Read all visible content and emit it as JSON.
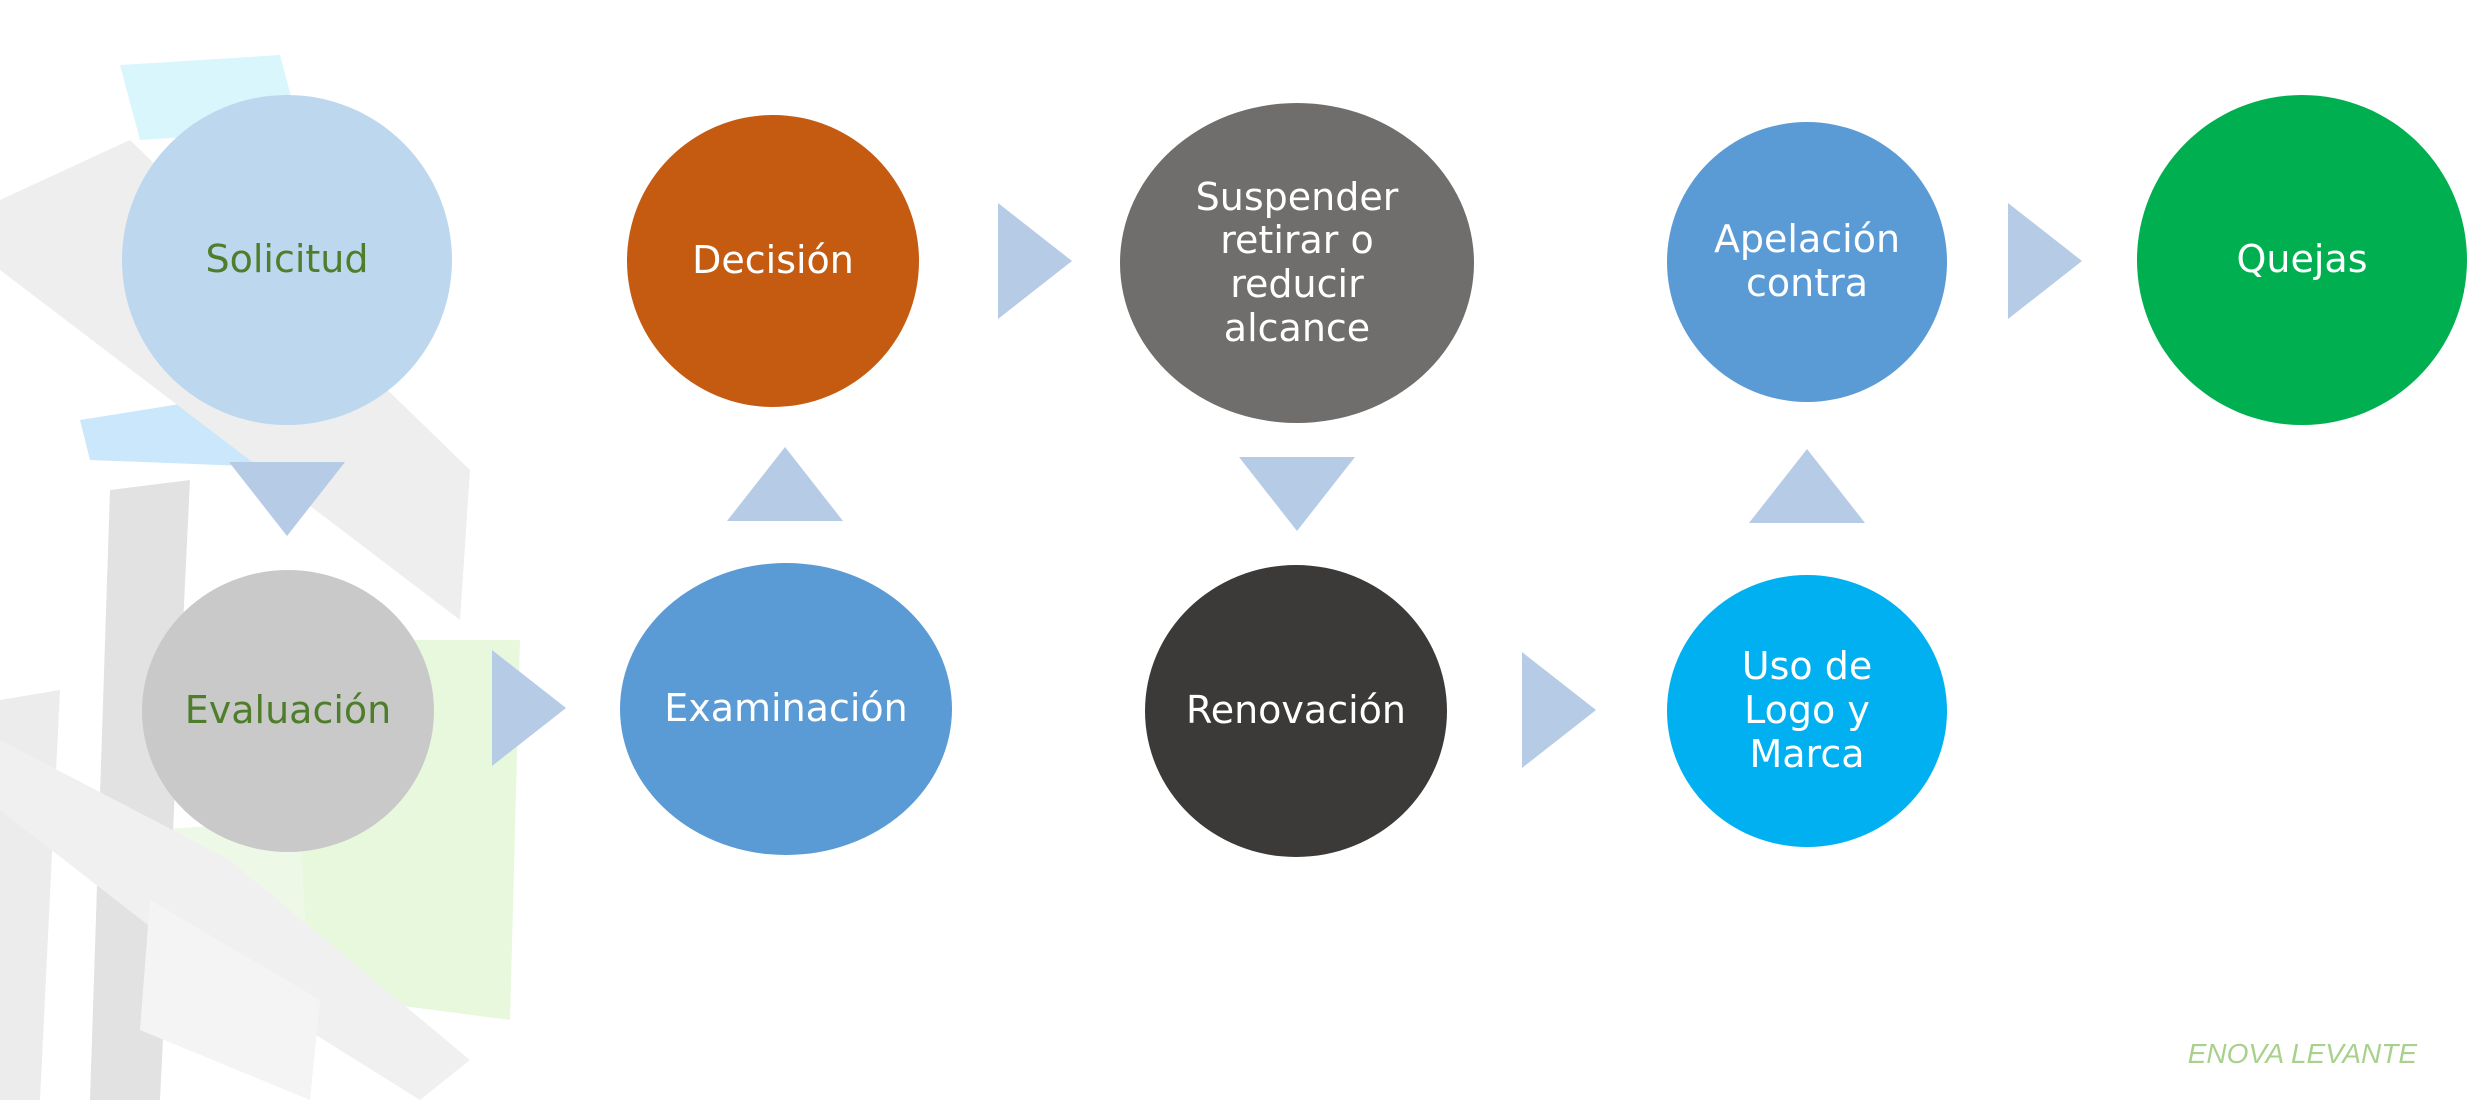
{
  "colors": {
    "solicitud_fill": "#bdd7ee",
    "solicitud_text": "#4e7d2b",
    "evaluacion_fill": "#c9c9c9",
    "evaluacion_text": "#4e7d2b",
    "examinacion_fill": "#5b9bd5",
    "decision_fill": "#c55a11",
    "suspender_fill": "#706e6c",
    "renovacion_fill": "#3b3a38",
    "apelacion_fill": "#5b9bd5",
    "uso_fill": "#00b0f0",
    "quejas_fill": "#00b050",
    "light_text": "#ffffff",
    "arrow": "#b6cbe6",
    "footer_text": "#a9d18e"
  },
  "nodes": {
    "solicitud": "Solicitud",
    "evaluacion": "Evaluación",
    "examinacion": "Examinación",
    "decision": "Decisión",
    "suspender": [
      "Suspender",
      "retirar o",
      "reducir",
      "alcance"
    ],
    "renovacion": "Renovación",
    "uso": [
      "Uso de",
      "Logo y",
      "Marca"
    ],
    "apelacion": [
      "Apelación",
      "contra"
    ],
    "quejas": "Quejas"
  },
  "footer": "ENOVA LEVANTE"
}
